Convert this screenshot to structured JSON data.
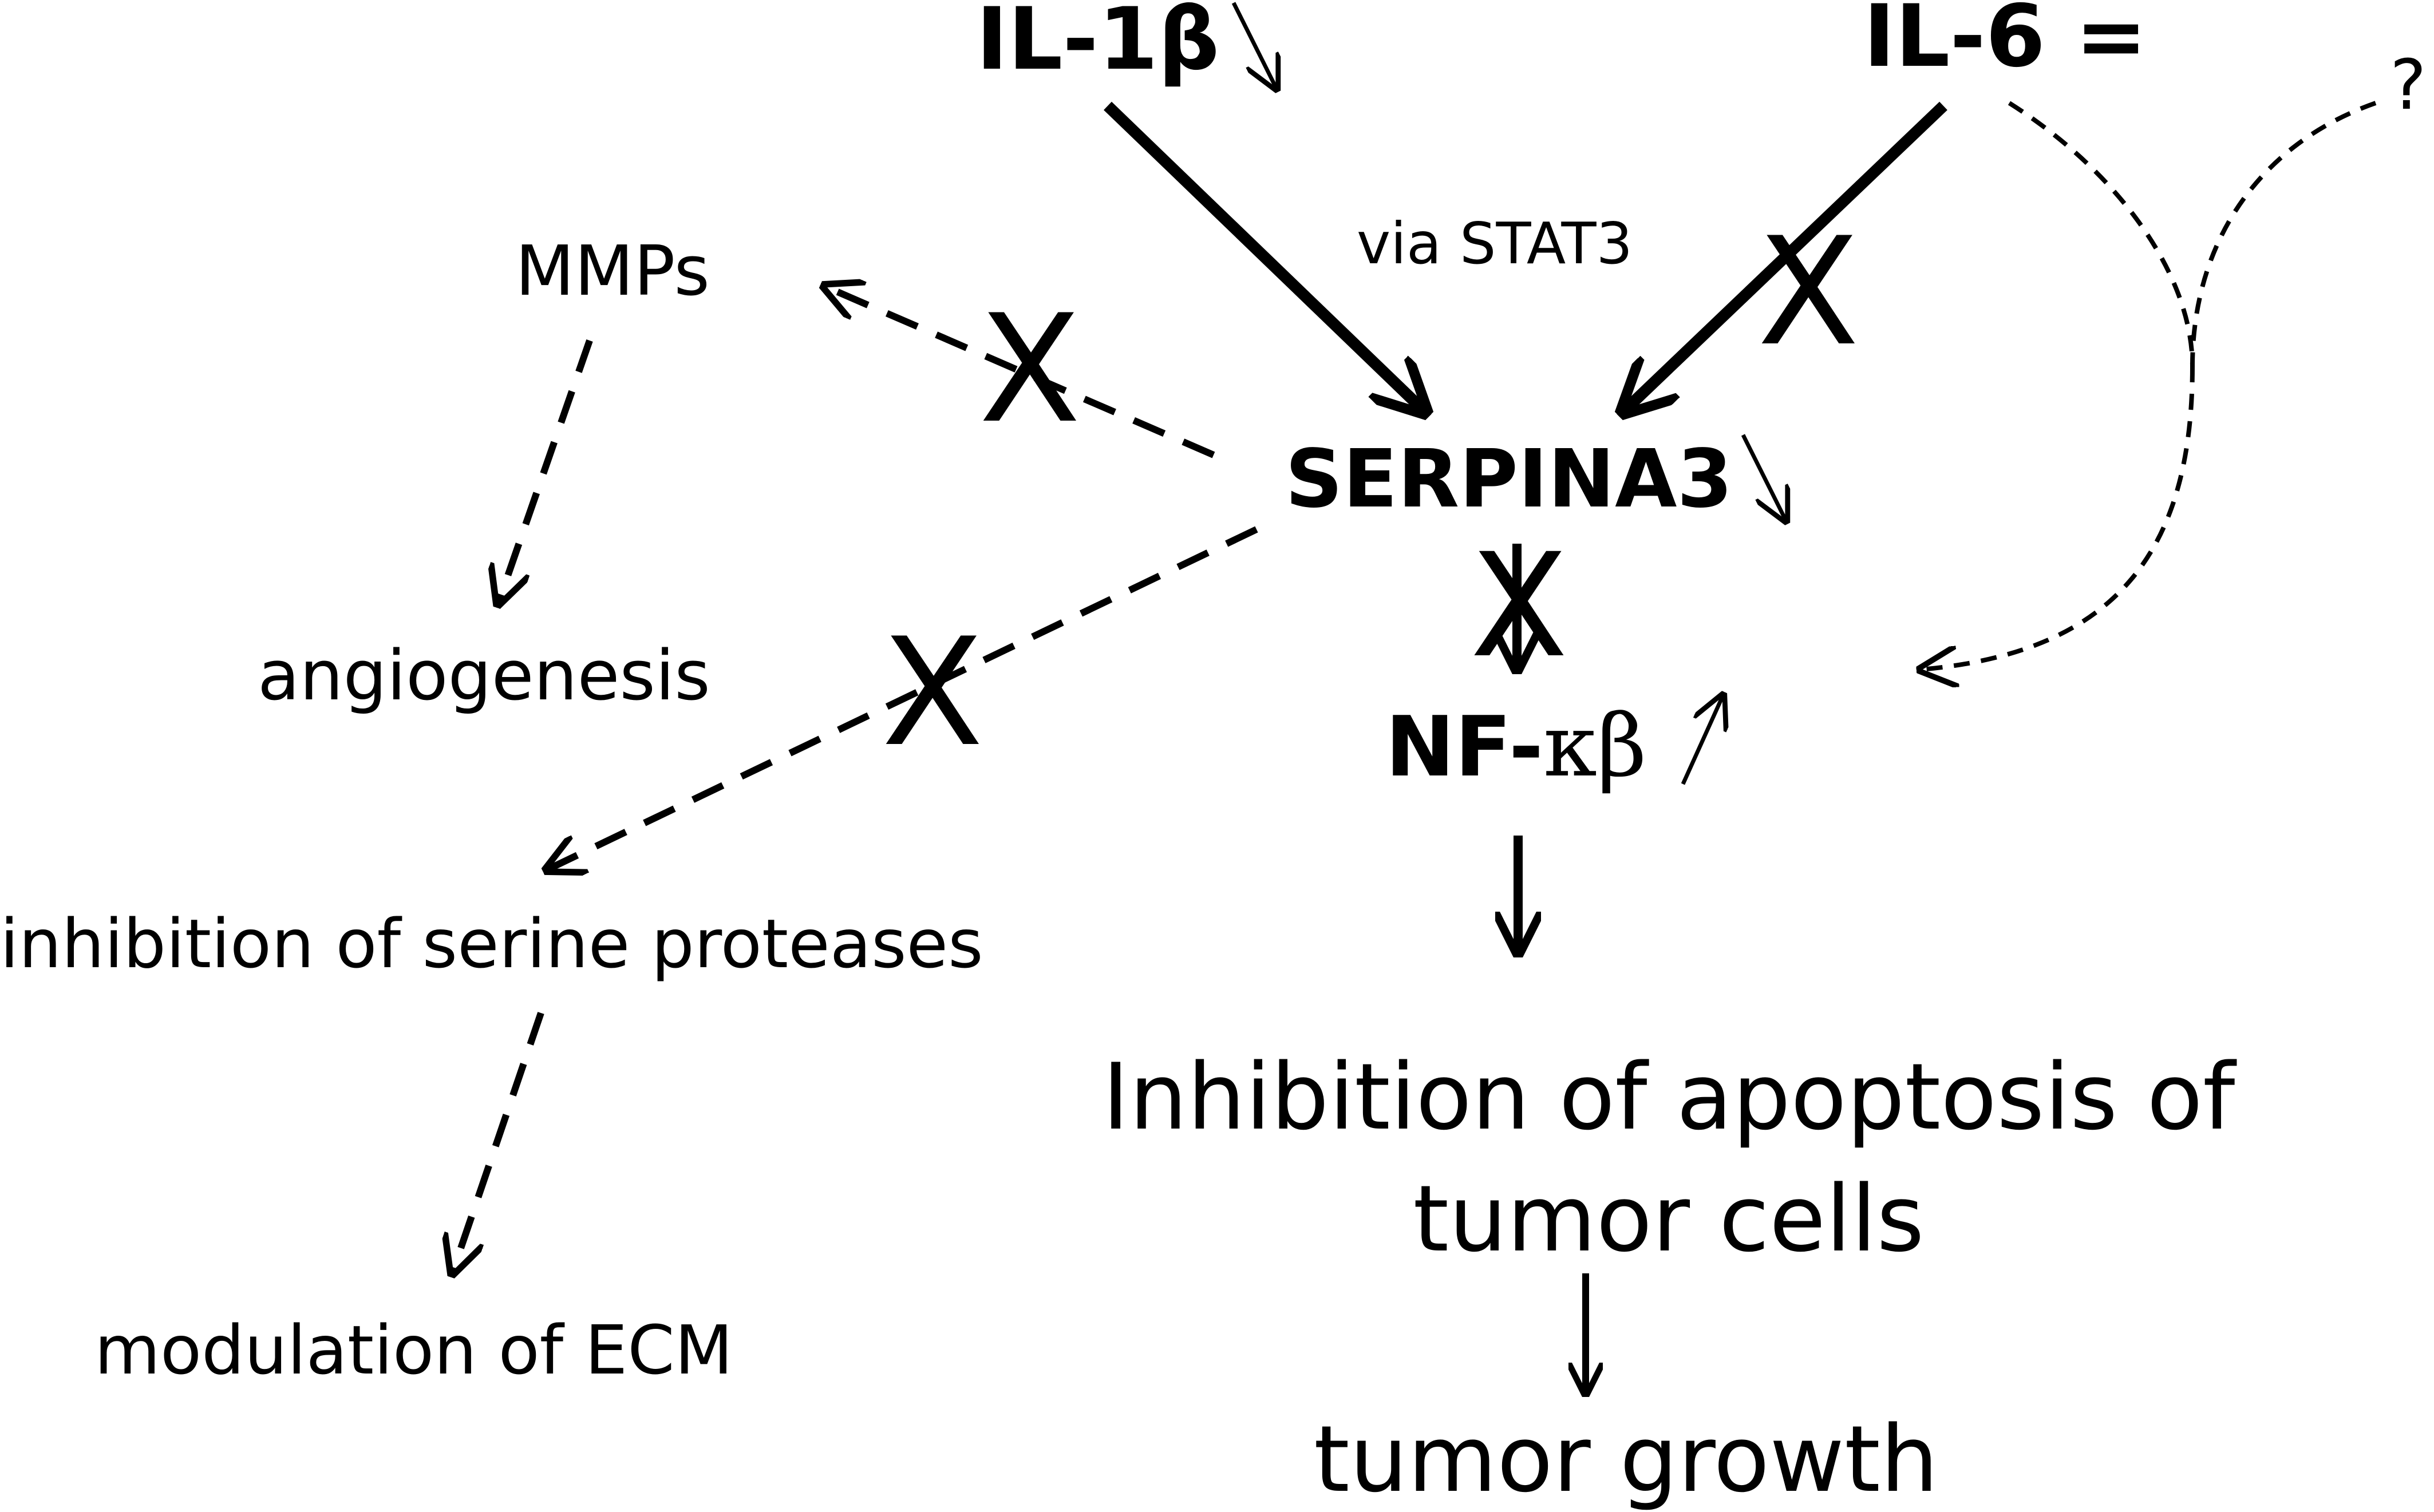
{
  "diagram": {
    "nodes": {
      "il1b": "IL-1β",
      "il6": "IL-6 =",
      "question": "?",
      "via_stat3": "via STAT3",
      "mmps": "MMPs",
      "serpina3": "SERPINA3",
      "angiogenesis": "angiogenesis",
      "nfkb_prefix": "NF-",
      "nfkb_greek": "κβ",
      "inhibition_serine": "inhibition of serine proteases",
      "inhibition_apoptosis_line1": "Inhibition of apoptosis of",
      "inhibition_apoptosis_line2": "tumor cells",
      "modulation_ecm": "modulation of ECM",
      "tumor_growth": "tumor growth"
    },
    "block_mark": "X",
    "colors": {
      "ink": "#000000",
      "background": "#ffffff"
    }
  }
}
